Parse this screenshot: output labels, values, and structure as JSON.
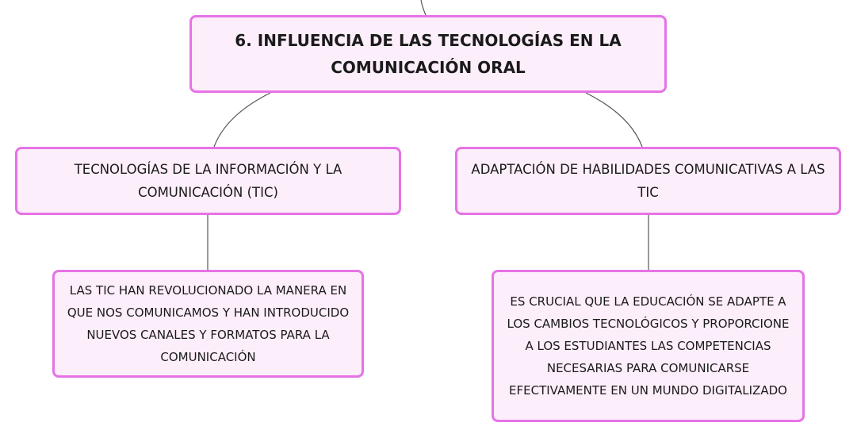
{
  "root": {
    "label": "6. INFLUENCIA DE LAS TECNOLOGÍAS EN LA COMUNICACIÓN ORAL"
  },
  "branches": [
    {
      "label": "TECNOLOGÍAS DE LA INFORMACIÓN Y LA COMUNICACIÓN (TIC)",
      "child": "LAS TIC HAN REVOLUCIONADO LA MANERA EN QUE NOS COMUNICAMOS Y HAN INTRODUCIDO NUEVOS CANALES Y FORMATOS PARA LA COMUNICACIÓN"
    },
    {
      "label": "ADAPTACIÓN DE HABILIDADES COMUNICATIVAS A LAS TIC",
      "child": "ES CRUCIAL QUE LA EDUCACIÓN SE ADAPTE A LOS CAMBIOS TECNOLÓGICOS Y PROPORCIONE A LOS ESTUDIANTES LAS COMPETENCIAS NECESARIAS PARA COMUNICARSE EFECTIVAMENTE EN UN MUNDO DIGITALIZADO"
    }
  ],
  "colors": {
    "node_fill": "#fdeefb",
    "node_border": "#e673e6",
    "connector": "#555555"
  }
}
